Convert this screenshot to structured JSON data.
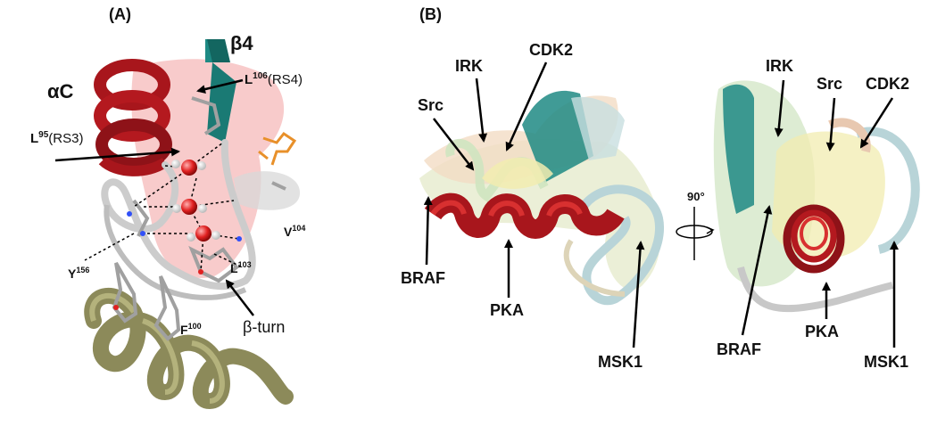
{
  "panel_a": {
    "tag": "(A)",
    "alpha_c": "αC",
    "beta4": "β4",
    "l106_base": "L",
    "l106_sup": "106",
    "l106_tail": "(RS4)",
    "l95_base": "L",
    "l95_sup": "95",
    "l95_tail": "(RS3)",
    "v104_base": "V",
    "v104_sup": "104",
    "l103_base": "L",
    "l103_sup": "103",
    "y156_base": "Y",
    "y156_sup": "156",
    "f100_base": "F",
    "f100_sup": "100",
    "beta_turn": "β-turn"
  },
  "panel_b": {
    "tag": "(B)",
    "left_view": {
      "irk": "IRK",
      "cdk2": "CDK2",
      "src": "Src",
      "braf": "BRAF",
      "pka": "PKA",
      "msk1": "MSK1"
    },
    "rotation": "90°",
    "right_view": {
      "irk": "IRK",
      "src": "Src",
      "cdk2": "CDK2",
      "braf": "BRAF",
      "pka": "PKA",
      "msk1": "MSK1"
    }
  },
  "colors": {
    "alpha_c_helix": "#a8161c",
    "beta_strand": "#1e8a84",
    "olive_helix": "#8c8a5a",
    "loop": "#c8c8c8",
    "surface": "#f2a0a0",
    "water": "#e02020"
  }
}
